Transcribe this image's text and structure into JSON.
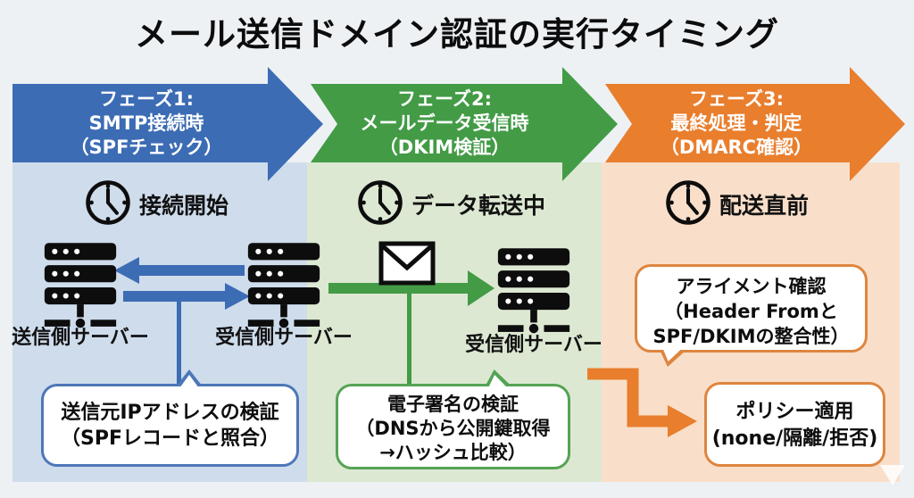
{
  "title": "メール送信ドメイン認証の実行タイミング",
  "colors": {
    "blue_arrow": "#3c6cb4",
    "green_arrow": "#439b46",
    "orange_arrow": "#e97e2d",
    "panel_blue": "#cfdcec",
    "panel_green": "#dce8d2",
    "panel_orange": "#f9dfc9",
    "background": "#edf1f4",
    "icon_black": "#0d0d0d"
  },
  "phase1": {
    "arrow": {
      "l1": "フェーズ1:",
      "l2": "SMTP接続時",
      "l3": "（SPFチェック）"
    },
    "timing": "接続開始",
    "sender_server": "送信側サーバー",
    "receiver_server": "受信側サーバー",
    "bubble": {
      "l1": "送信元IPアドレスの検証",
      "l2": "（SPFレコードと照合）"
    }
  },
  "phase2": {
    "arrow": {
      "l1": "フェーズ2:",
      "l2": "メールデータ受信時",
      "l3": "（DKIM検証）"
    },
    "timing": "データ転送中",
    "receiver_server": "受信側サーバー",
    "bubble": {
      "l1": "電子署名の検証",
      "l2": "（DNSから公開鍵取得",
      "l3": "→ハッシュ比較）"
    }
  },
  "phase3": {
    "arrow": {
      "l1": "フェーズ3:",
      "l2": "最終処理・判定",
      "l3": "（DMARC確認）"
    },
    "timing": "配送直前",
    "bubble_alignment": {
      "l1": "アライメント確認",
      "l2": "（Header Fromと",
      "l3": "SPF/DKIMの整合性）"
    },
    "bubble_policy": {
      "l1": "ポリシー適用",
      "l2": "(none/隔離/拒否)"
    }
  }
}
